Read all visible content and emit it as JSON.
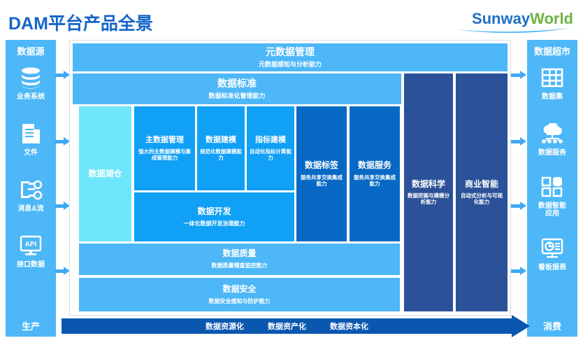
{
  "header": {
    "title": "DAM平台产品全景",
    "logo_primary": "Sunway",
    "logo_secondary": "World",
    "title_color": "#1565c9",
    "logo_primary_color": "#1f6fc4",
    "logo_secondary_color": "#6cb33f"
  },
  "left_panel": {
    "title": "数据源",
    "footer": "生产",
    "items": [
      {
        "icon": "database-icon",
        "label": "业务系统"
      },
      {
        "icon": "document-icon",
        "label": "文件"
      },
      {
        "icon": "message-stream-icon",
        "label": "消息&流"
      },
      {
        "icon": "api-monitor-icon",
        "label": "接口数据"
      }
    ]
  },
  "right_panel": {
    "title": "数据超市",
    "footer": "消费",
    "items": [
      {
        "icon": "grid-table-icon",
        "label": "数据集"
      },
      {
        "icon": "cloud-service-icon",
        "label": "数据服务"
      },
      {
        "icon": "app-squares-icon",
        "label": "数据智能\n应用"
      },
      {
        "icon": "dashboard-report-icon",
        "label": "看板报表"
      }
    ]
  },
  "platform": {
    "top_bars": [
      {
        "title": "元数据管理",
        "subtitle": "元数据感知与分析能力",
        "color": "#4db7f7"
      },
      {
        "title": "数据标准",
        "subtitle": "数据标准化管理能力",
        "color": "#4db7f7"
      }
    ],
    "lake": {
      "title": "数据湖仓",
      "subtitle": "",
      "color": "#6ee6fb"
    },
    "modeling": [
      {
        "title": "主数据管理",
        "subtitle": "强大的主数据建模与集成管理能力",
        "color": "#10a0f5"
      },
      {
        "title": "数据建模",
        "subtitle": "规范化数据建模能力",
        "color": "#10a0f5"
      },
      {
        "title": "指标建模",
        "subtitle": "自动化指标计算能力",
        "color": "#10a0f5"
      }
    ],
    "development": {
      "title": "数据开发",
      "subtitle": "一体化数据开发治理能力",
      "color": "#10a0f5"
    },
    "services": [
      {
        "title": "数据标签",
        "subtitle": "服务共享交换集成能力",
        "color": "#0769c4"
      },
      {
        "title": "数据服务",
        "subtitle": "服务共享交换集成能力",
        "color": "#0769c4"
      }
    ],
    "analytics": [
      {
        "title": "数据科学",
        "subtitle": "数据挖掘与建模分析能力",
        "color": "#2b5298"
      },
      {
        "title": "商业智能",
        "subtitle": "自动式分析与可视化能力",
        "color": "#2b5298"
      }
    ],
    "bottom_bars": [
      {
        "title": "数据质量",
        "subtitle": "数据质量稽查监控能力",
        "color": "#4db7f7"
      },
      {
        "title": "数据安全",
        "subtitle": "数据安全感知与防护能力",
        "color": "#4db7f7"
      }
    ]
  },
  "flow": {
    "stages": [
      "数据资源化",
      "数据资产化",
      "数据资本化"
    ],
    "color": "#0b57b0"
  }
}
